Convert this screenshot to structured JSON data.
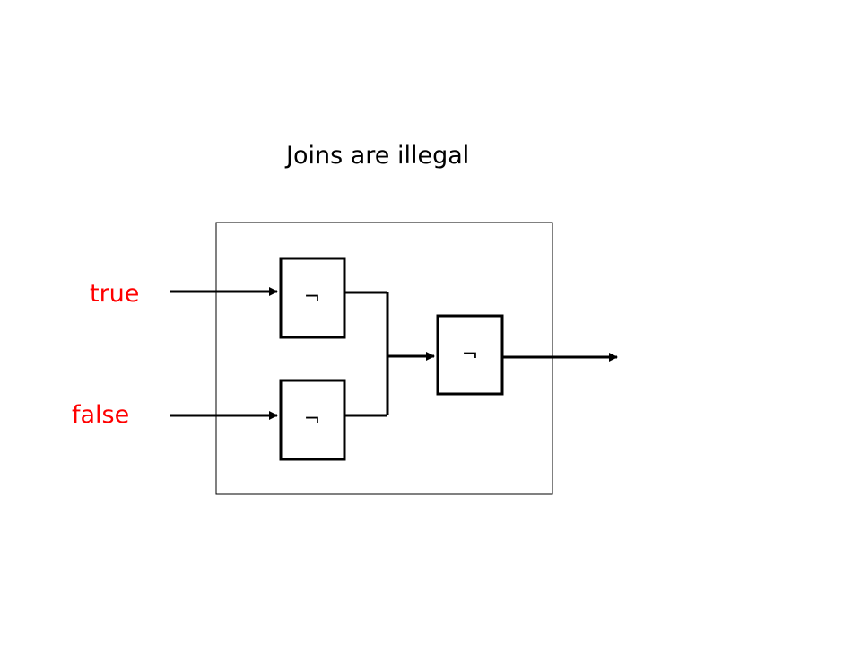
{
  "title": "Joins are illegal",
  "inputs": {
    "true_label": "true",
    "false_label": "false"
  },
  "gates": {
    "top_symbol": "¬",
    "bottom_symbol": "¬",
    "right_symbol": "¬"
  },
  "colors": {
    "input_label": "#ff0000",
    "line": "#000000"
  }
}
